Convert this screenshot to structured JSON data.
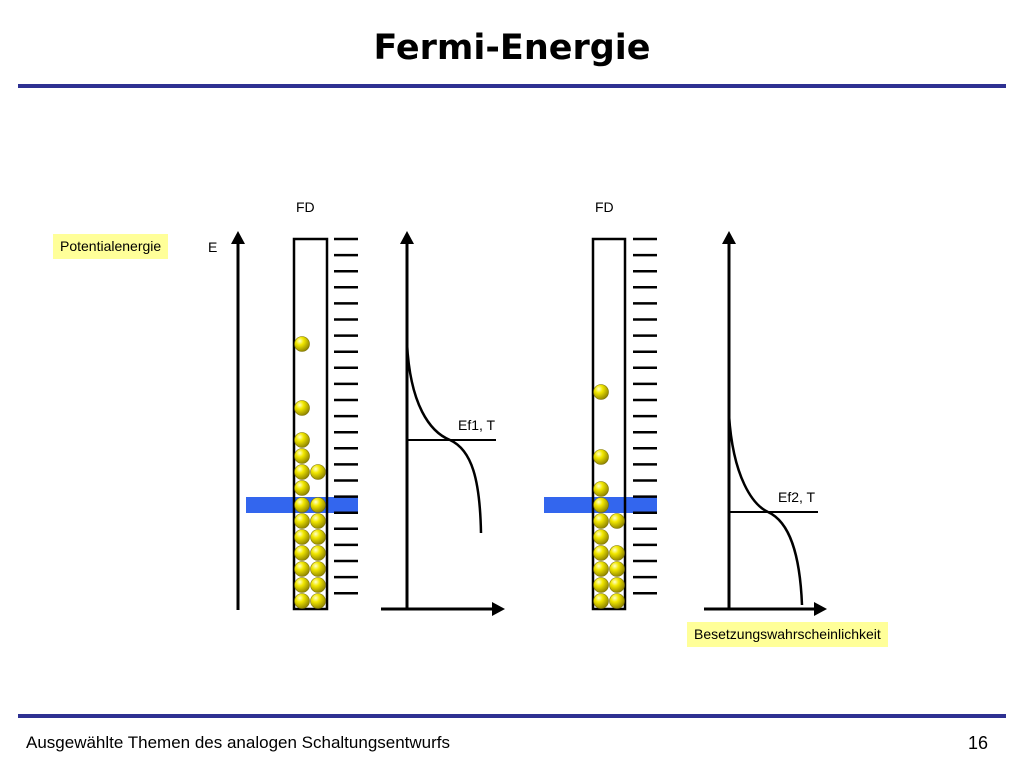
{
  "slide": {
    "title": "Fermi-Energie",
    "footer": "Ausgewählte Themen des analogen Schaltungsentwurfs",
    "page_number": "16"
  },
  "diagram": {
    "potential_label": "Potentialenergie",
    "energy_axis_label": "E",
    "probability_label": "Besetzungswahrscheinlichkeit",
    "left": {
      "fd_label": "FD",
      "fermi_label": "Ef1, T"
    },
    "right": {
      "fd_label": "FD",
      "fermi_label": "Ef2, T"
    }
  },
  "colors": {
    "rule": "#2e3192",
    "fermi_bar": "#3366ee",
    "electron": "#e6dd00",
    "label_box": "#ffff99"
  }
}
